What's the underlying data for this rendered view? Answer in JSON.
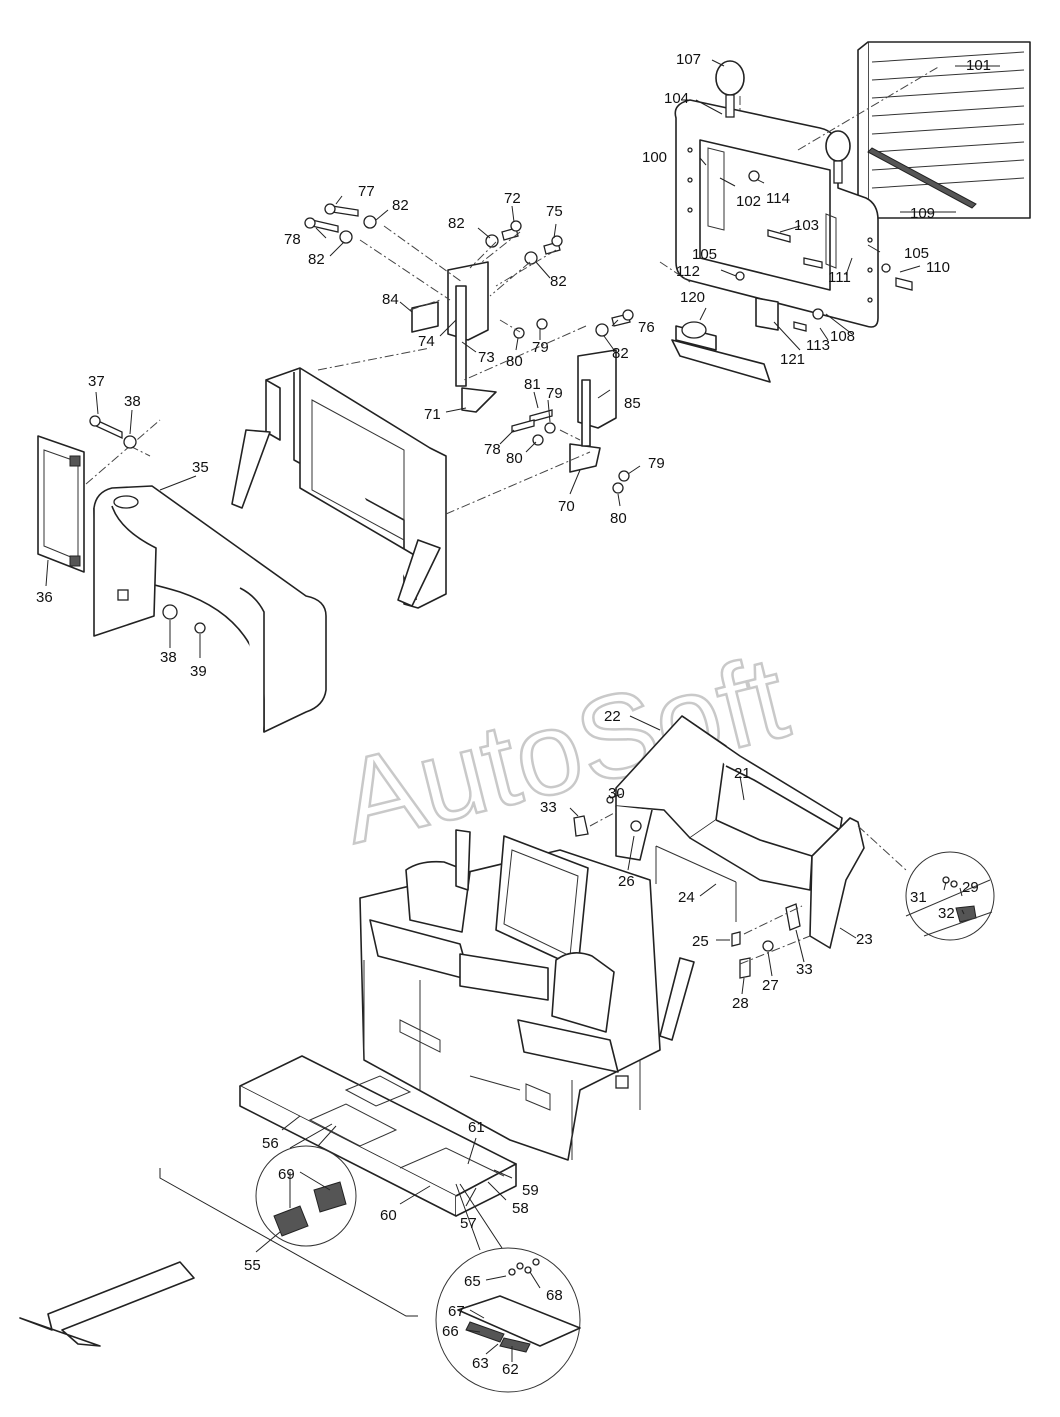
{
  "watermark": "AutoSoft",
  "callouts": [
    {
      "id": "c107",
      "label": "107"
    },
    {
      "id": "c101",
      "label": "101"
    },
    {
      "id": "c104",
      "label": "104"
    },
    {
      "id": "c100",
      "label": "100"
    },
    {
      "id": "c102",
      "label": "102"
    },
    {
      "id": "c114",
      "label": "114"
    },
    {
      "id": "c109",
      "label": "109"
    },
    {
      "id": "c103",
      "label": "103"
    },
    {
      "id": "c105a",
      "label": "105"
    },
    {
      "id": "c105b",
      "label": "105"
    },
    {
      "id": "c110",
      "label": "110"
    },
    {
      "id": "c112",
      "label": "112"
    },
    {
      "id": "c111",
      "label": "111"
    },
    {
      "id": "c120",
      "label": "120"
    },
    {
      "id": "c108",
      "label": "108"
    },
    {
      "id": "c113",
      "label": "113"
    },
    {
      "id": "c121",
      "label": "121"
    },
    {
      "id": "c77",
      "label": "77"
    },
    {
      "id": "c82a",
      "label": "82"
    },
    {
      "id": "c78a",
      "label": "78"
    },
    {
      "id": "c82b",
      "label": "82"
    },
    {
      "id": "c82c",
      "label": "82"
    },
    {
      "id": "c72",
      "label": "72"
    },
    {
      "id": "c75",
      "label": "75"
    },
    {
      "id": "c82d",
      "label": "82"
    },
    {
      "id": "c84",
      "label": "84"
    },
    {
      "id": "c74",
      "label": "74"
    },
    {
      "id": "c80a",
      "label": "80"
    },
    {
      "id": "c79a",
      "label": "79"
    },
    {
      "id": "c73",
      "label": "73"
    },
    {
      "id": "c76",
      "label": "76"
    },
    {
      "id": "c82e",
      "label": "82"
    },
    {
      "id": "c81",
      "label": "81"
    },
    {
      "id": "c71",
      "label": "71"
    },
    {
      "id": "c79b",
      "label": "79"
    },
    {
      "id": "c85",
      "label": "85"
    },
    {
      "id": "c78b",
      "label": "78"
    },
    {
      "id": "c80b",
      "label": "80"
    },
    {
      "id": "c79c",
      "label": "79"
    },
    {
      "id": "c70",
      "label": "70"
    },
    {
      "id": "c80c",
      "label": "80"
    },
    {
      "id": "c37",
      "label": "37"
    },
    {
      "id": "c38a",
      "label": "38"
    },
    {
      "id": "c35",
      "label": "35"
    },
    {
      "id": "c36",
      "label": "36"
    },
    {
      "id": "c38b",
      "label": "38"
    },
    {
      "id": "c39",
      "label": "39"
    },
    {
      "id": "c22",
      "label": "22"
    },
    {
      "id": "c21",
      "label": "21"
    },
    {
      "id": "c30",
      "label": "30"
    },
    {
      "id": "c33a",
      "label": "33"
    },
    {
      "id": "c26",
      "label": "26"
    },
    {
      "id": "c24",
      "label": "24"
    },
    {
      "id": "c31",
      "label": "31"
    },
    {
      "id": "c29",
      "label": "29"
    },
    {
      "id": "c32",
      "label": "32"
    },
    {
      "id": "c25",
      "label": "25"
    },
    {
      "id": "c23",
      "label": "23"
    },
    {
      "id": "c33b",
      "label": "33"
    },
    {
      "id": "c27",
      "label": "27"
    },
    {
      "id": "c28",
      "label": "28"
    },
    {
      "id": "c56",
      "label": "56"
    },
    {
      "id": "c61",
      "label": "61"
    },
    {
      "id": "c69",
      "label": "69"
    },
    {
      "id": "c59",
      "label": "59"
    },
    {
      "id": "c58",
      "label": "58"
    },
    {
      "id": "c60",
      "label": "60"
    },
    {
      "id": "c57",
      "label": "57"
    },
    {
      "id": "c55",
      "label": "55"
    },
    {
      "id": "c65",
      "label": "65"
    },
    {
      "id": "c68",
      "label": "68"
    },
    {
      "id": "c67",
      "label": "67"
    },
    {
      "id": "c66",
      "label": "66"
    },
    {
      "id": "c63",
      "label": "63"
    },
    {
      "id": "c62",
      "label": "62"
    }
  ]
}
